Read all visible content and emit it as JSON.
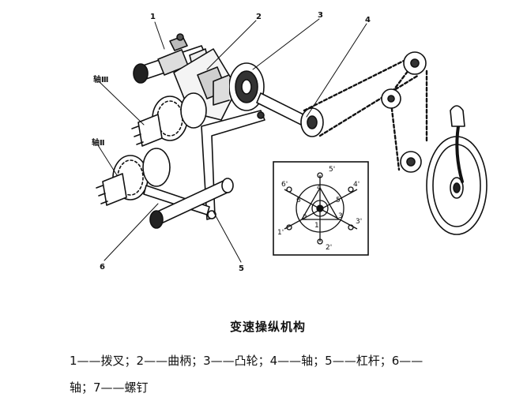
{
  "figure": {
    "callouts": [
      "1",
      "2",
      "3",
      "4",
      "5",
      "6"
    ],
    "shaft_labels": [
      "轴Ⅲ",
      "轴Ⅱ"
    ],
    "inset_labels": [
      "5'",
      "5",
      "4",
      "4'",
      "6'",
      "6",
      "3",
      "3'",
      "1'",
      "1",
      "2",
      "2'"
    ]
  },
  "title": "变速操纵机构",
  "caption": {
    "line1": "1——拨叉；2——曲柄；3——凸轮；4——轴；5——杠杆；6——",
    "line2": "轴；7——螺钉"
  }
}
